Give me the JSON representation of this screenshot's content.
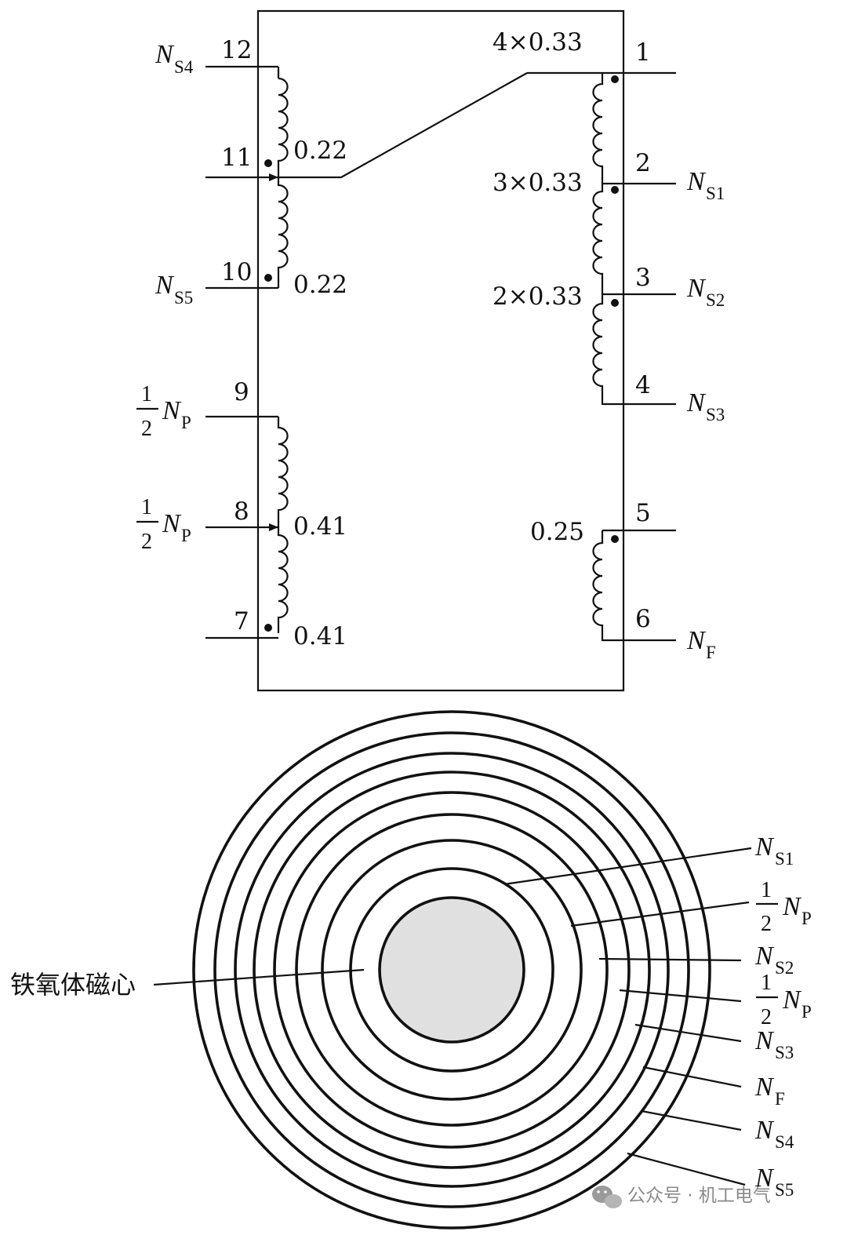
{
  "top_diagram": {
    "left_pins": [
      "12",
      "11",
      "10",
      "9",
      "8",
      "7"
    ],
    "right_pins": [
      "1",
      "2",
      "3",
      "4",
      "5",
      "6"
    ],
    "left_winding_labels": {
      "ns4": {
        "base": "N",
        "sub": "S4"
      },
      "ns5": {
        "base": "N",
        "sub": "S5"
      },
      "np_half_1": {
        "num": "1",
        "den": "2",
        "base": "N",
        "sub": "P"
      },
      "np_half_2": {
        "num": "1",
        "den": "2",
        "base": "N",
        "sub": "P"
      }
    },
    "right_winding_labels": {
      "ns1": {
        "base": "N",
        "sub": "S1"
      },
      "ns2": {
        "base": "N",
        "sub": "S2"
      },
      "ns3": {
        "base": "N",
        "sub": "S3"
      },
      "nf": {
        "base": "N",
        "sub": "F"
      }
    },
    "wire_specs": {
      "top_right": "4×0.33",
      "ns4_coil": "0.22",
      "ns5_coil": "0.22",
      "mid_right_1": "3×0.33",
      "mid_right_2": "2×0.33",
      "np_coil_1": "0.41",
      "np_coil_2": "0.41",
      "nf_coil": "0.25"
    }
  },
  "bottom_diagram": {
    "core_label": "铁氧体磁心",
    "core_color": "#e0e0e0",
    "layer_labels": [
      {
        "base": "N",
        "sub": "S1"
      },
      {
        "num": "1",
        "den": "2",
        "base": "N",
        "sub": "P"
      },
      {
        "base": "N",
        "sub": "S2"
      },
      {
        "num": "1",
        "den": "2",
        "base": "N",
        "sub": "P"
      },
      {
        "base": "N",
        "sub": "S3"
      },
      {
        "base": "N",
        "sub": "F"
      },
      {
        "base": "N",
        "sub": "S4"
      },
      {
        "base": "N",
        "sub": "S5"
      }
    ]
  },
  "watermark": {
    "icon": "wechat-icon",
    "text": "公众号 · 机工电气"
  }
}
